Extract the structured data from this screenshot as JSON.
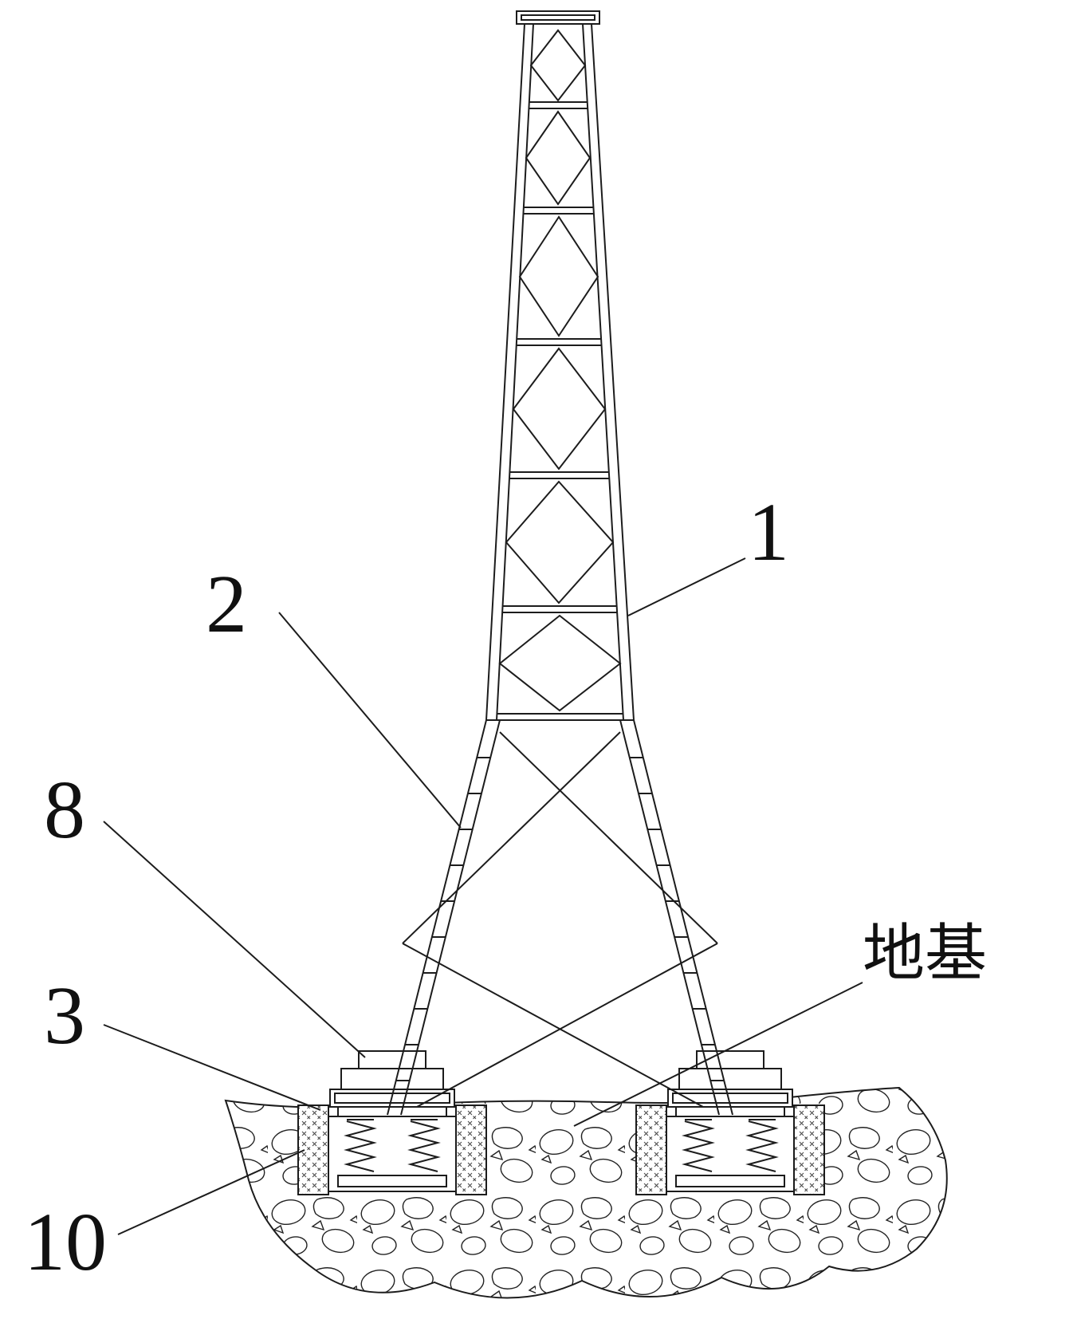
{
  "figure": {
    "background": "#ffffff",
    "line_color": "#1c1c1c",
    "labels": {
      "part1": "1",
      "part2": "2",
      "part8": "8",
      "part3": "3",
      "part10": "10",
      "ground": "地基"
    }
  }
}
